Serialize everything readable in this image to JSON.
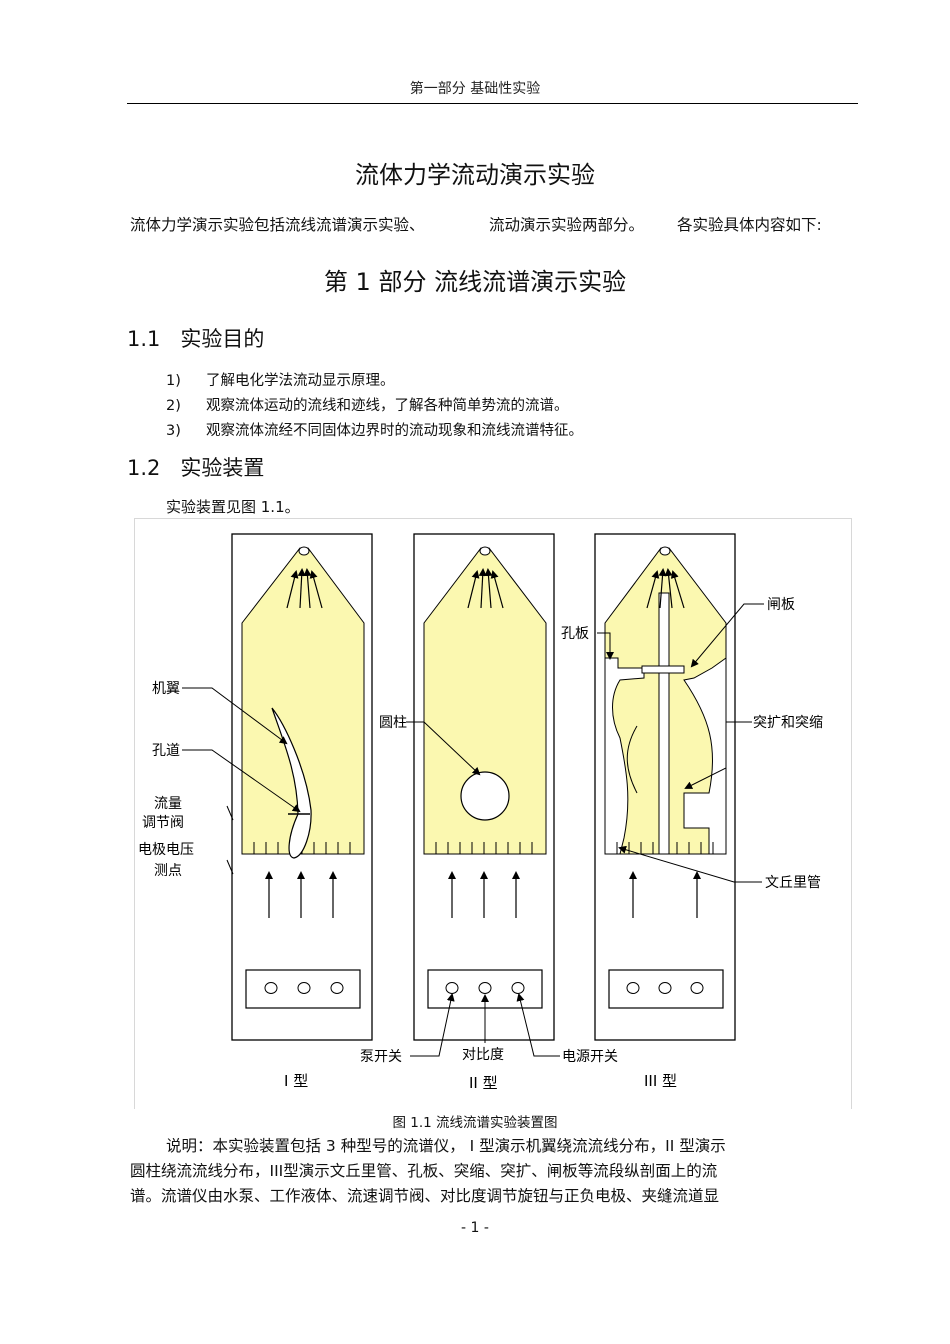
{
  "header": {
    "running_title": "第一部分    基础性实验"
  },
  "title": "流体力学流动演示实验",
  "intro": {
    "part1": "流体力学演示实验包括流线流谱演示实验、",
    "part2": "流动演示实验两部分。",
    "part3": "各实验具体内容如下:"
  },
  "part_heading": "第 1 部分   流线流谱演示实验",
  "sections": [
    {
      "number": "1.1",
      "title": "实验目的",
      "items": [
        {
          "num": "1)",
          "text": "了解电化学法流动显示原理。"
        },
        {
          "num": "2)",
          "text": "观察流体运动的流线和迹线，了解各种简单势流的流谱。"
        },
        {
          "num": "3)",
          "text": "观察流体流经不同固体边界时的流动现象和流线流谱特征。"
        }
      ]
    },
    {
      "number": "1.2",
      "title": "实验装置",
      "intro": "实验装置见图    1.1。"
    }
  ],
  "figure": {
    "label_wing": "机翼",
    "label_hole_channel": "孔道",
    "label_flow_valve_1": "流量",
    "label_flow_valve_2": "调节阀",
    "label_electrode_1": "电极电压",
    "label_electrode_2": "测点",
    "label_cylinder": "圆柱",
    "label_orifice": "孔板",
    "label_gate": "闸板",
    "label_expansion": "突扩和突缩",
    "label_venturi": "文丘里管",
    "label_pump_switch": "泵开关",
    "label_contrast": "对比度",
    "label_power_switch": "电源开关",
    "type_1": "I  型",
    "type_2": "II 型",
    "type_3": "III 型",
    "caption": "图 1.1  流线流谱实验装置图",
    "fluid_color": "#fbf8b0"
  },
  "description": {
    "line1": "说明：本实验装置包括      3 种型号的流谱仪，  I 型演示机翼绕流流线分布，II 型演示",
    "line2": "圆柱绕流流线分布，III型演示文丘里管、孔板、突缩、突扩、闸板等流段纵剖面上的流",
    "line3": "谱。流谱仪由水泵、工作液体、流速调节阀、对比度调节旋钮与正负电极、夹缝流道显"
  },
  "page_number": "- 1 -"
}
